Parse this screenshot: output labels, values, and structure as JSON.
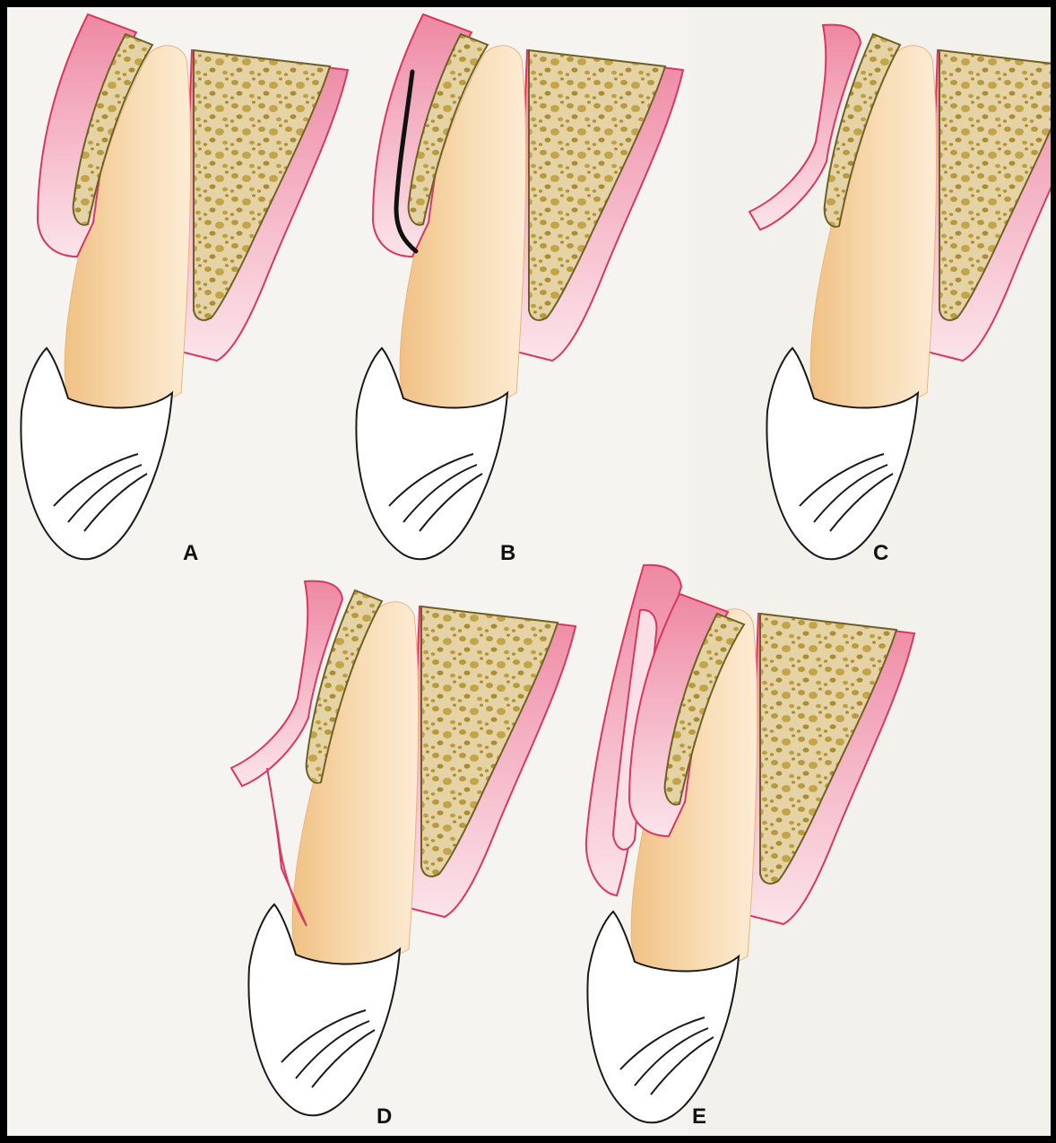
{
  "figure": {
    "panel_labels": [
      "A",
      "B",
      "C",
      "D",
      "E"
    ]
  },
  "colors": {
    "page": "#f6f4f0",
    "gingiva": "#ef8fa8",
    "gingiva_pale": "#f9dde5",
    "gingiva_outline": "#d9385f",
    "bone": "#e8d6ad",
    "bone_outline": "#6f6126",
    "marrow": "#b89a3f",
    "root": "#f2c992",
    "root_light": "#fbe9cf",
    "crown": "#ffffff",
    "ink": "#111111"
  }
}
